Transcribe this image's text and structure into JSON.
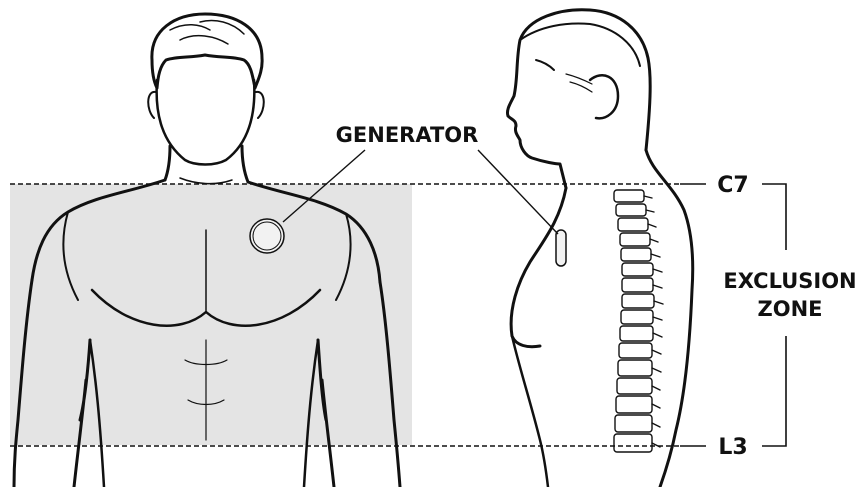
{
  "labels": {
    "generator": "GENERATOR",
    "c7": "C7",
    "exclusion_line1": "EXCLUSION",
    "exclusion_line2": "ZONE",
    "l3": "L3"
  },
  "colors": {
    "exclusion_shade": "#e4e4e4",
    "ink": "#111111"
  }
}
